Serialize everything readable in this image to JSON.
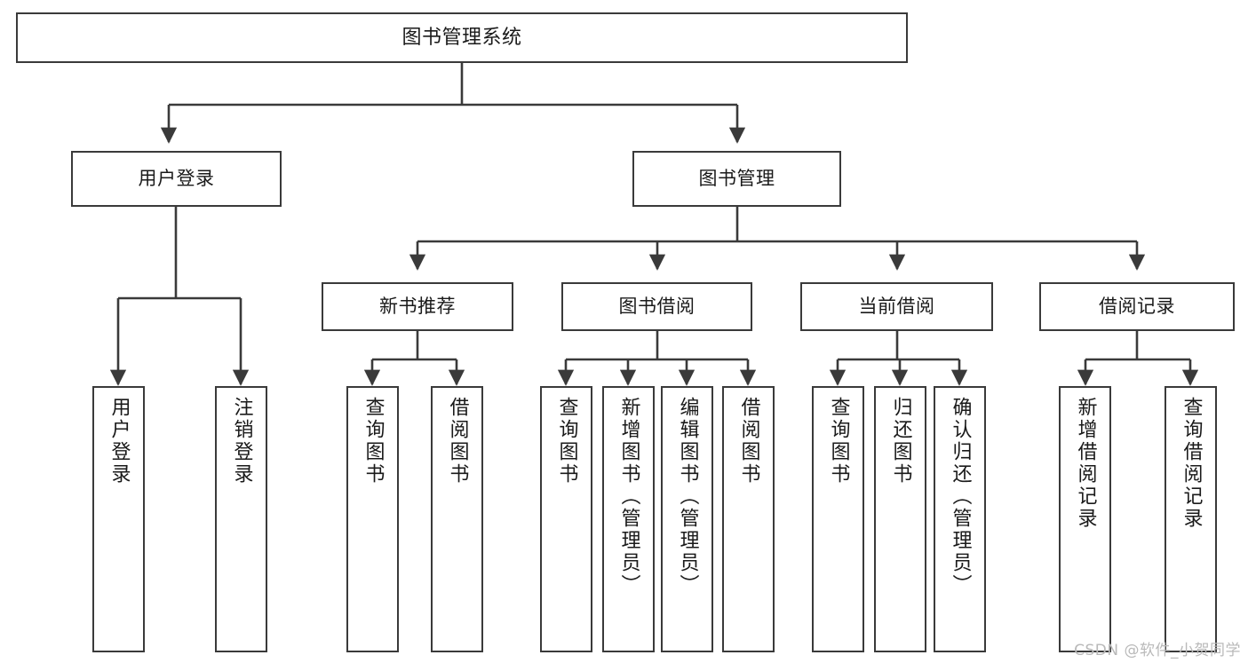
{
  "diagram": {
    "title": "图书管理系统",
    "type": "tree",
    "watermark": "CSDN @软件_小贺同学",
    "colors": {
      "box_border": "#3a3a3a",
      "box_fill": "#ffffff",
      "connector": "#3a3a3a",
      "text": "#1a1a1a",
      "watermark": "#b9b9b9",
      "background": "#ffffff"
    },
    "nodes": {
      "root": {
        "label": "图书管理系统"
      },
      "level2": [
        {
          "id": "user-login",
          "label": "用户登录"
        },
        {
          "id": "book-manage",
          "label": "图书管理"
        }
      ],
      "level3": [
        {
          "id": "new-book-rec",
          "label": "新书推荐"
        },
        {
          "id": "book-borrow",
          "label": "图书借阅"
        },
        {
          "id": "current-borrow",
          "label": "当前借阅"
        },
        {
          "id": "borrow-record",
          "label": "借阅记录"
        }
      ],
      "leaves": {
        "user-login": [
          {
            "id": "leaf-user-login",
            "label": "用户登录"
          },
          {
            "id": "leaf-user-logout",
            "label": "注销登录"
          }
        ],
        "new-book-rec": [
          {
            "id": "leaf-query-book-1",
            "label": "查询图书"
          },
          {
            "id": "leaf-borrow-book-1",
            "label": "借阅图书"
          }
        ],
        "book-borrow": [
          {
            "id": "leaf-query-book-2",
            "label": "查询图书"
          },
          {
            "id": "leaf-add-book",
            "label": "新增图书（管理员）"
          },
          {
            "id": "leaf-edit-book",
            "label": "编辑图书（管理员）"
          },
          {
            "id": "leaf-borrow-book-2",
            "label": "借阅图书"
          }
        ],
        "current-borrow": [
          {
            "id": "leaf-query-book-3",
            "label": "查询图书"
          },
          {
            "id": "leaf-return-book",
            "label": "归还图书"
          },
          {
            "id": "leaf-confirm-return",
            "label": "确认归还（管理员）"
          }
        ],
        "borrow-record": [
          {
            "id": "leaf-add-record",
            "label": "新增借阅记录"
          },
          {
            "id": "leaf-query-record",
            "label": "查询借阅记录"
          }
        ]
      }
    }
  }
}
